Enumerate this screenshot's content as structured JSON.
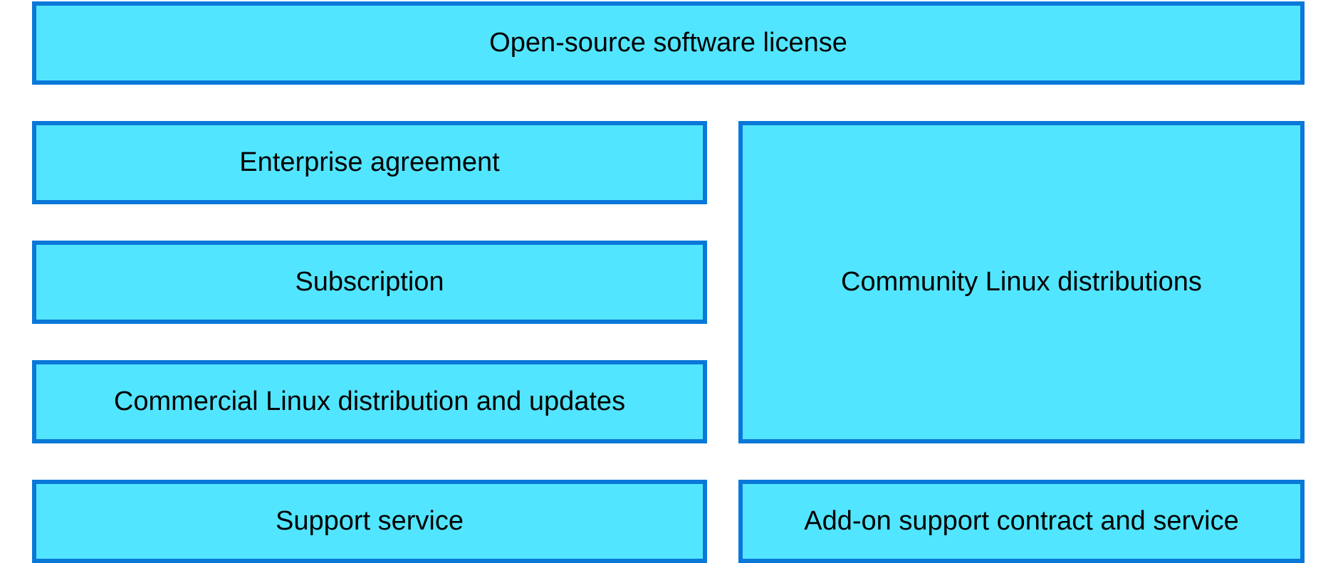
{
  "diagram": {
    "colors": {
      "box_fill": "#52E5FF",
      "box_border": "#0A78D8",
      "text": "#000000"
    },
    "top": {
      "label": "Open-source software license"
    },
    "left_column": {
      "enterprise_agreement": "Enterprise agreement",
      "subscription": "Subscription",
      "commercial_distribution": "Commercial Linux distribution and updates",
      "support_service": "Support service"
    },
    "right_column": {
      "community_distributions": "Community Linux distributions",
      "addon_support": "Add-on support contract and service"
    }
  }
}
